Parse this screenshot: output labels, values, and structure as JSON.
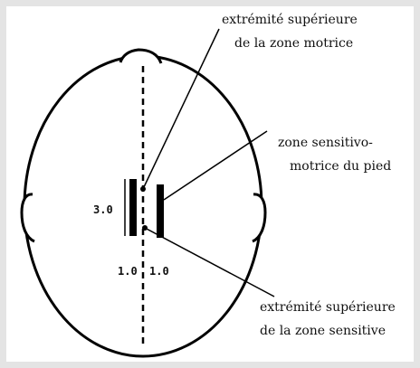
{
  "labels": {
    "upper_motor_line1": "extrémité supérieure",
    "upper_motor_line2": "de la zone motrice",
    "foot_zone_line1": "zone sensitivo-",
    "foot_zone_line2": "motrice du pied",
    "upper_sensory_line1": "extrémité supérieure",
    "upper_sensory_line2": "de la zone sensitive"
  },
  "measurements": {
    "height": "3.0",
    "left_width": "1.0",
    "right_width": "1.0"
  }
}
